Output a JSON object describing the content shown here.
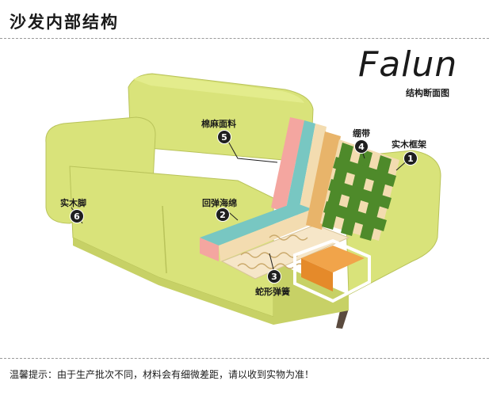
{
  "header": {
    "title": "沙发内部结构"
  },
  "brand": {
    "name": "Falun",
    "subtitle": "结构断面图"
  },
  "parts": [
    {
      "num": "1",
      "label": "实木框架"
    },
    {
      "num": "2",
      "label": "回弹海绵"
    },
    {
      "num": "3",
      "label": "蛇形弹簧"
    },
    {
      "num": "4",
      "label": "绷带"
    },
    {
      "num": "5",
      "label": "棉麻面料"
    },
    {
      "num": "6",
      "label": "实木脚"
    }
  ],
  "footer": {
    "note": "温馨提示：由于生产批次不同，材料会有细微差距，请以收到实物为准！"
  },
  "colors": {
    "fabric": "#d9e37a",
    "fabric_shadow": "#c7d166",
    "foam_pink": "#f4a6a0",
    "foam_teal": "#78c7c2",
    "foam_beige": "#f3dcb0",
    "webbing_green": "#4e8a2a",
    "frame_wood": "#e8b46a",
    "spring_bed": "#f6e6c8",
    "leg_wood": "#5a4a3e"
  }
}
